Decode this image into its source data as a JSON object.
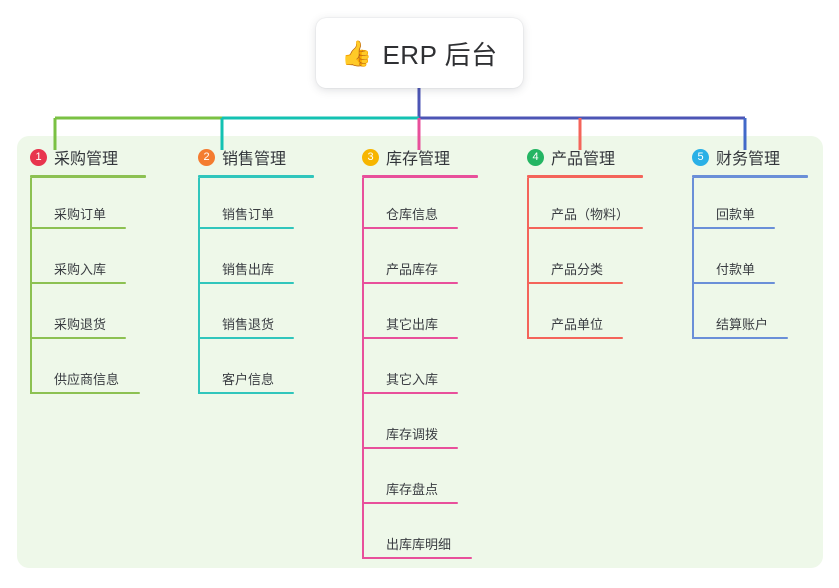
{
  "root": {
    "icon": "thumbs-up-icon",
    "emoji": "👍",
    "title": "ERP 后台"
  },
  "colors": {
    "panel_bg": "#eef8e9",
    "page_bg": "#ffffff",
    "trunk": "#4c55b5",
    "branch_green": "#7ac143",
    "branch_teal": "#13c2b2",
    "branch_pink": "#e8509b",
    "branch_red": "#f4645a",
    "branch_blue": "#4169c9"
  },
  "columns": [
    {
      "number": "1",
      "title": "采购管理",
      "badge_color": "#e8354e",
      "line_color": "#8cc152",
      "leaves": [
        {
          "label": "采购订单",
          "rule_width": 96
        },
        {
          "label": "采购入库",
          "rule_width": 96
        },
        {
          "label": "采购退货",
          "rule_width": 96
        },
        {
          "label": "供应商信息",
          "rule_width": 110
        }
      ]
    },
    {
      "number": "2",
      "title": "销售管理",
      "badge_color": "#f47c30",
      "line_color": "#30c6bc",
      "leaves": [
        {
          "label": "销售订单",
          "rule_width": 96
        },
        {
          "label": "销售出库",
          "rule_width": 96
        },
        {
          "label": "销售退货",
          "rule_width": 96
        },
        {
          "label": "客户信息",
          "rule_width": 96
        }
      ]
    },
    {
      "number": "3",
      "title": "库存管理",
      "badge_color": "#f7b500",
      "line_color": "#e8509b",
      "leaves": [
        {
          "label": "仓库信息",
          "rule_width": 96
        },
        {
          "label": "产品库存",
          "rule_width": 96
        },
        {
          "label": "其它出库",
          "rule_width": 96
        },
        {
          "label": "其它入库",
          "rule_width": 96
        },
        {
          "label": "库存调拨",
          "rule_width": 96
        },
        {
          "label": "库存盘点",
          "rule_width": 96
        },
        {
          "label": "出库库明细",
          "rule_width": 110
        }
      ]
    },
    {
      "number": "4",
      "title": "产品管理",
      "badge_color": "#24b563",
      "line_color": "#f4645a",
      "leaves": [
        {
          "label": "产品（物料）",
          "rule_width": 116
        },
        {
          "label": "产品分类",
          "rule_width": 96
        },
        {
          "label": "产品单位",
          "rule_width": 96
        }
      ]
    },
    {
      "number": "5",
      "title": "财务管理",
      "badge_color": "#2ab0e6",
      "line_color": "#6a8fd8",
      "leaves": [
        {
          "label": "回款单",
          "rule_width": 83
        },
        {
          "label": "付款单",
          "rule_width": 83
        },
        {
          "label": "结算账户",
          "rule_width": 96
        }
      ]
    }
  ]
}
